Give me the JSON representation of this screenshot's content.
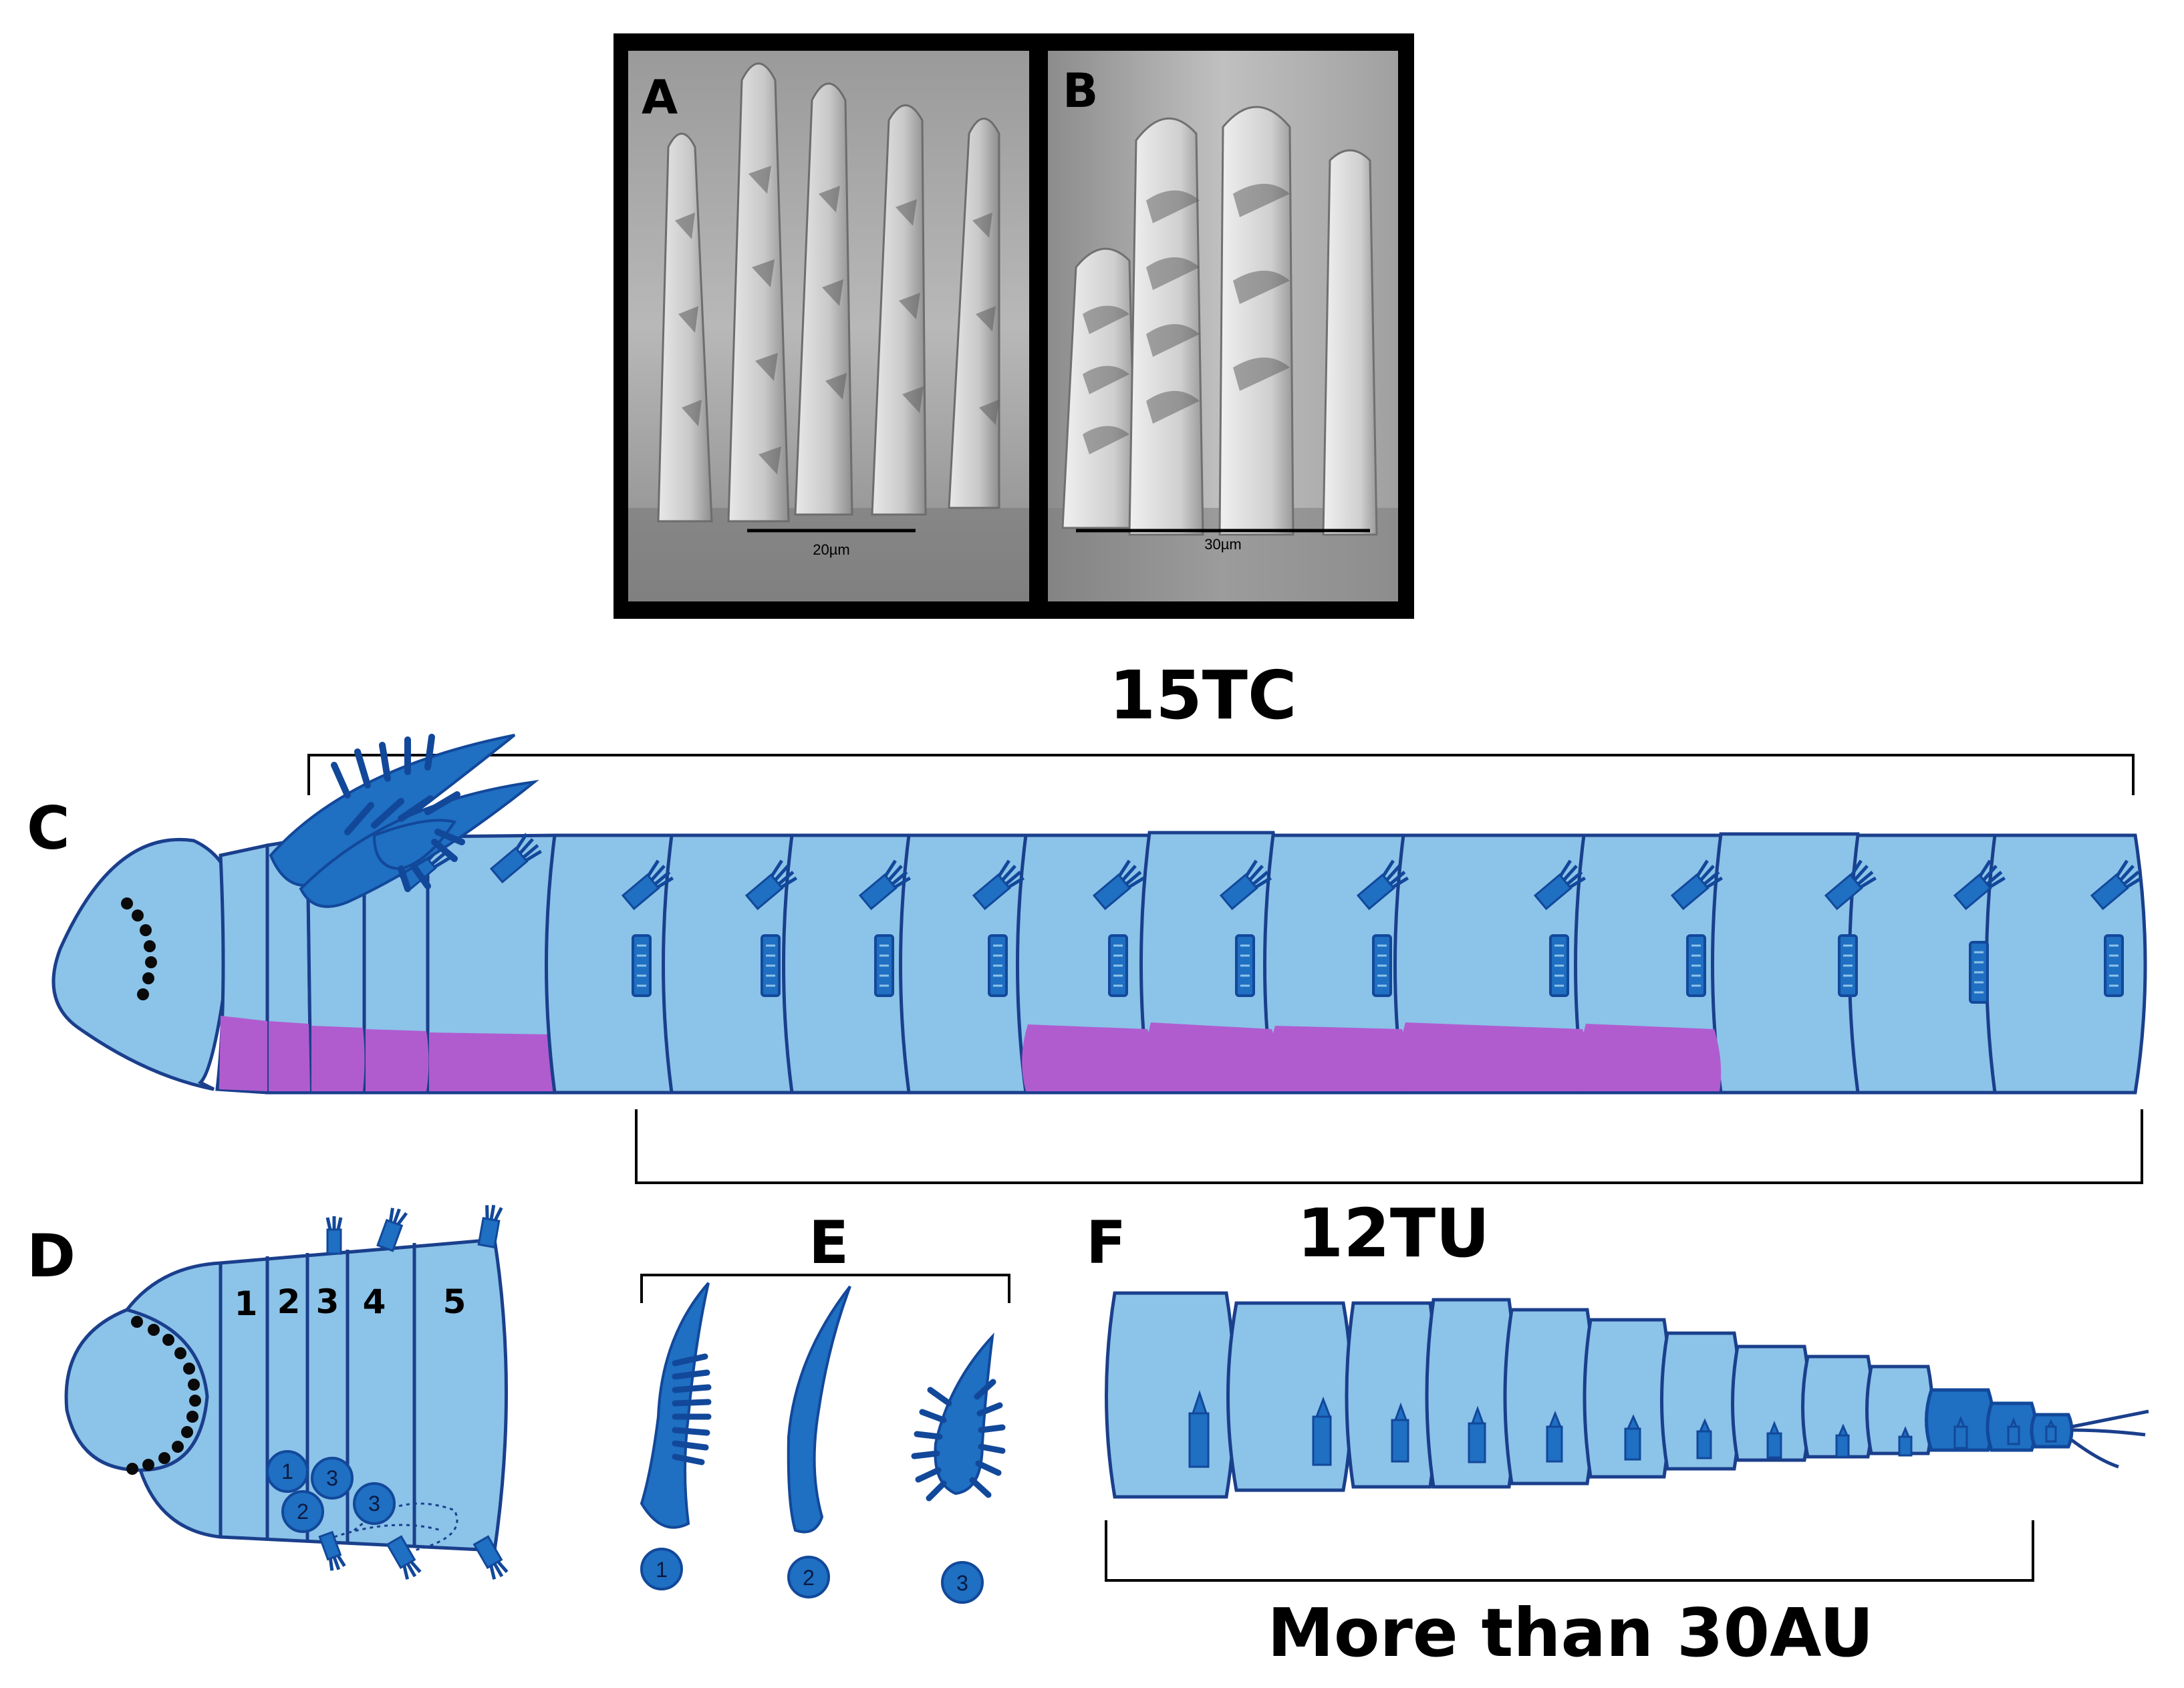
{
  "panels": {
    "A": "A",
    "B": "B",
    "C": "C",
    "D": "D",
    "E": "E",
    "F": "F"
  },
  "scale_bars": {
    "a": "20µm",
    "b": "30µm"
  },
  "brackets": {
    "top_c": "15TC",
    "mid": "12TU",
    "bottom_f": "More than 30AU"
  },
  "panel_d": {
    "segment_numbers": [
      "1",
      "2",
      "3",
      "4",
      "5"
    ],
    "circle_numbers": [
      "1",
      "3",
      "2",
      "3"
    ]
  },
  "panel_e": {
    "chaeta_numbers": [
      "1",
      "2",
      "3"
    ]
  },
  "colors": {
    "body_fill": "#8cc3e9",
    "outline": "#1a3f8c",
    "dark_blue": "#1f6fc2",
    "navy": "#12489a",
    "magenta": "#b05ccf",
    "dot": "#0a0a0a"
  }
}
